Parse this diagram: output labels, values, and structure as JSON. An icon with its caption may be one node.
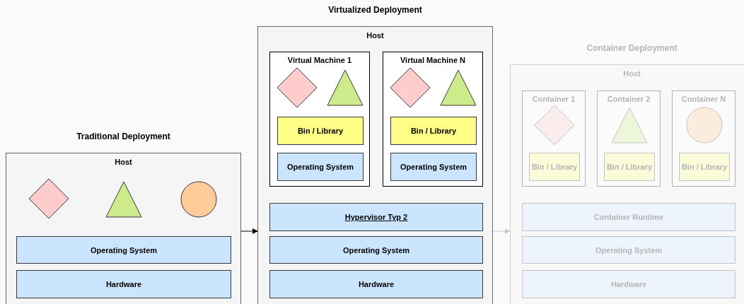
{
  "diagram": {
    "nodes": [
      {
        "text": [
          "Traditional Deployment",
          "Host"
        ]
      },
      {
        "text": [],
        "shape": "diamond",
        "in": 0
      },
      {
        "text": [],
        "shape": "triangle",
        "in": 0
      },
      {
        "text": [],
        "shape": "circle",
        "in": 0
      },
      {
        "text": [
          "Operating System"
        ],
        "in": 0
      },
      {
        "text": [
          "Hardware"
        ],
        "in": 0
      },
      {
        "text": [
          "Virtualized Deployment",
          "Host"
        ]
      },
      {
        "text": [
          "Virtual Machine 1"
        ],
        "in": 6
      },
      {
        "text": [],
        "shape": "diamond",
        "in": 7
      },
      {
        "text": [],
        "shape": "triangle",
        "in": 7
      },
      {
        "text": [
          "Bin / Library"
        ],
        "in": 7
      },
      {
        "text": [
          "Operating System"
        ],
        "in": 7
      },
      {
        "text": [
          "Virtual Machine N"
        ],
        "in": 6
      },
      {
        "text": [],
        "shape": "diamond",
        "in": 12
      },
      {
        "text": [],
        "shape": "triangle",
        "in": 12
      },
      {
        "text": [
          "Bin / Library"
        ],
        "in": 12
      },
      {
        "text": [
          "Operating System"
        ],
        "in": 12
      },
      {
        "text": [
          "Hypervisor Typ 2"
        ],
        "in": 6
      },
      {
        "text": [
          "Operating System"
        ],
        "in": 6
      },
      {
        "text": [
          "Hardware"
        ],
        "in": 6
      },
      {
        "text": [
          "Container Deployment",
          "Host"
        ]
      },
      {
        "text": [
          "Container 1"
        ],
        "in": 20
      },
      {
        "text": [],
        "shape": "diamond",
        "in": 21
      },
      {
        "text": [
          "Bin / Library"
        ],
        "in": 21
      },
      {
        "text": [
          "Container 2"
        ],
        "in": 20
      },
      {
        "text": [],
        "shape": "triangle",
        "in": 24
      },
      {
        "text": [
          "Bin / Library"
        ],
        "in": 24
      },
      {
        "text": [
          "Container N"
        ],
        "in": 20
      },
      {
        "text": [],
        "shape": "circle",
        "in": 27
      },
      {
        "text": [
          "Bin / Library"
        ],
        "in": 27
      },
      {
        "text": [
          "Container Runtime"
        ],
        "in": 20
      },
      {
        "text": [
          "Operating System"
        ],
        "in": 20
      },
      {
        "text": [
          "Hardware"
        ],
        "in": 20
      }
    ],
    "edges": [
      {
        "from": 0,
        "to": 6,
        "arrow": "to"
      },
      {
        "from": 6,
        "to": 20,
        "arrow": "to",
        "color": "#cccccc"
      }
    ]
  }
}
